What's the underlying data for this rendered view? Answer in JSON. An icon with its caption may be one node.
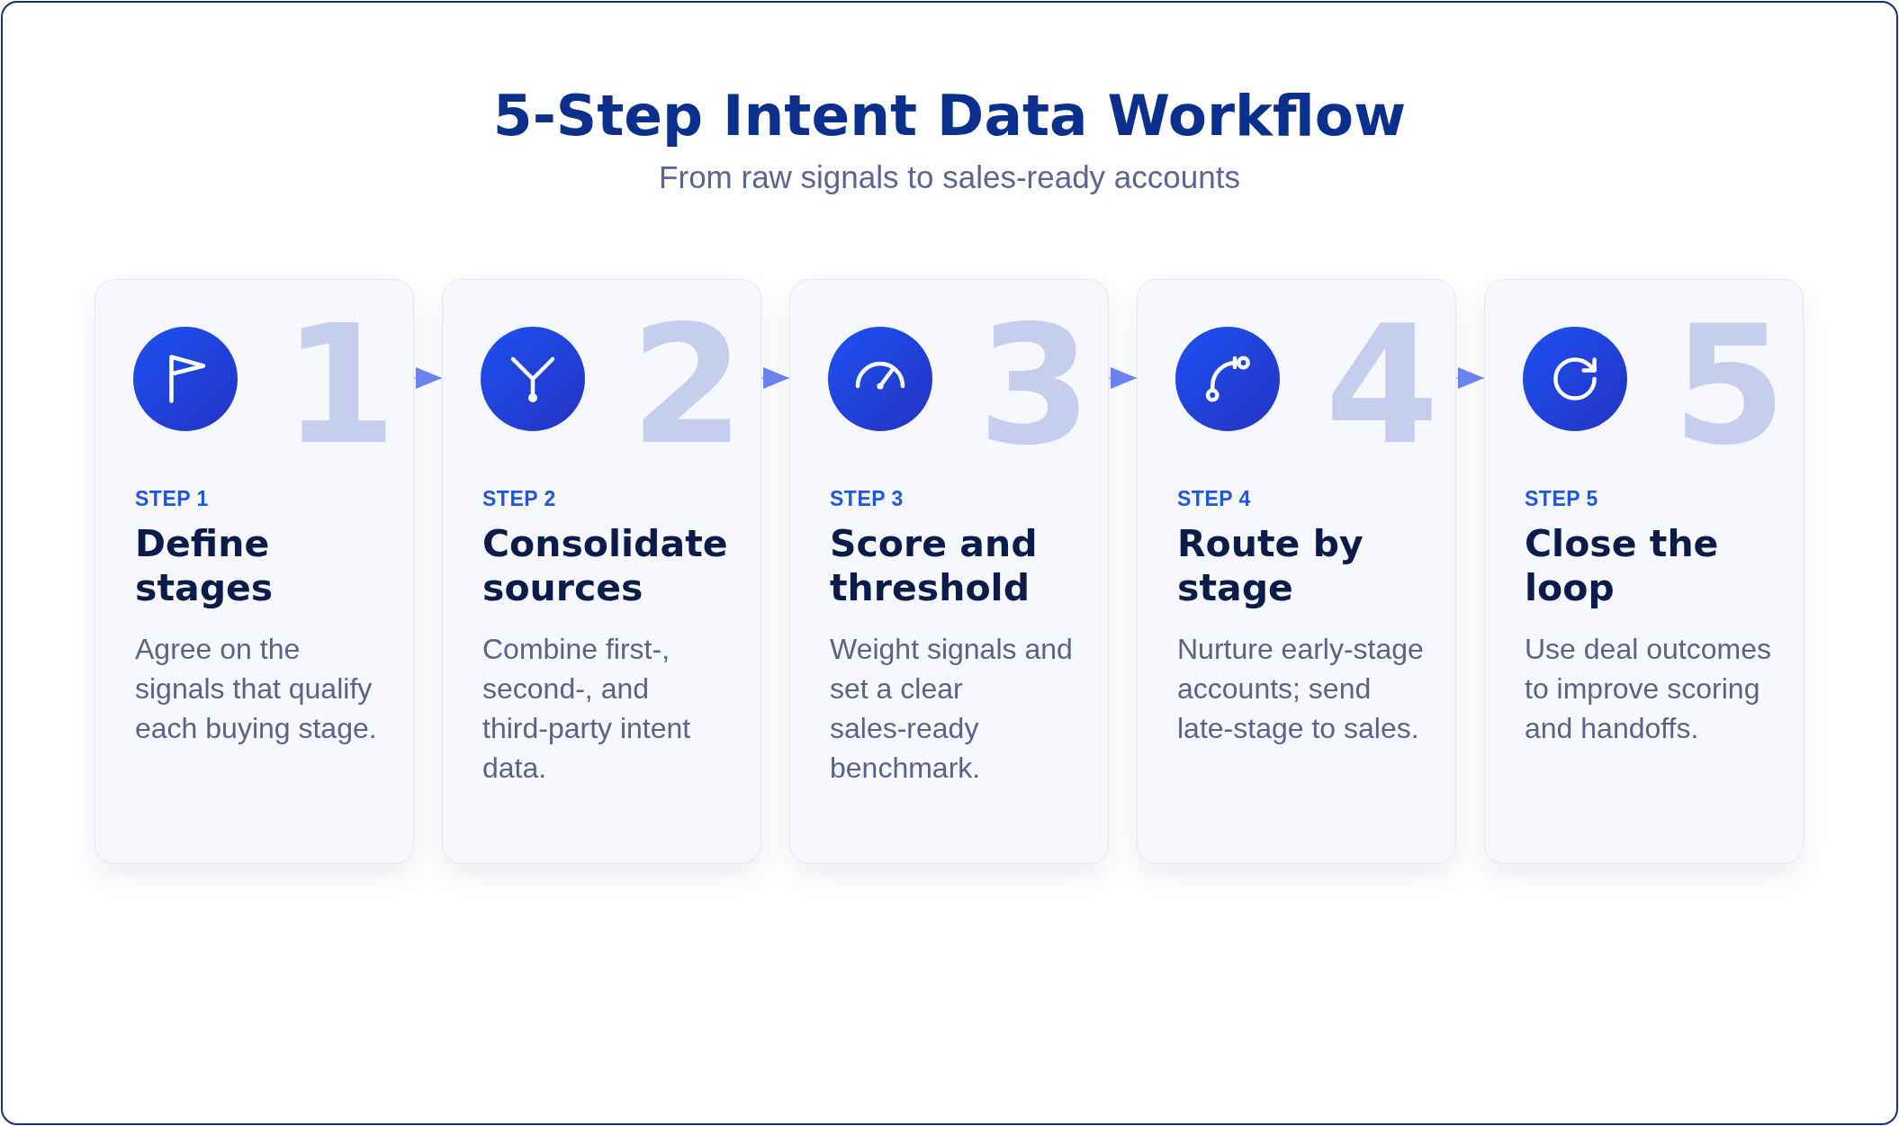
{
  "diagram": {
    "title": "5-Step Intent Data Workflow",
    "nodes": [
      {
        "text": [
          "1",
          "STEP 1",
          "Define stages",
          "Agree on the signals that qualify each buying stage."
        ]
      },
      {
        "text": [
          "2",
          "STEP 2",
          "Consolidate sources",
          "Combine first-, second-, and third-party intent data."
        ]
      },
      {
        "text": [
          "3",
          "STEP 3",
          "Score and threshold",
          "Weight signals and set a clear sales-ready benchmark."
        ]
      },
      {
        "text": [
          "4",
          "STEP 4",
          "Route by stage",
          "Nurture early-stage accounts; send late-stage to sales."
        ]
      },
      {
        "text": [
          "5",
          "STEP 5",
          "Close the loop",
          "Use deal outcomes to improve scoring and handoffs."
        ]
      }
    ],
    "edges": [
      {
        "from": 0,
        "to": 1,
        "arrow": "to"
      },
      {
        "from": 1,
        "to": 2,
        "arrow": "to"
      },
      {
        "from": 2,
        "to": 3,
        "arrow": "to"
      },
      {
        "from": 3,
        "to": 4,
        "arrow": "to"
      }
    ],
    "labels": [
      "From raw signals to sales-ready accounts"
    ]
  }
}
